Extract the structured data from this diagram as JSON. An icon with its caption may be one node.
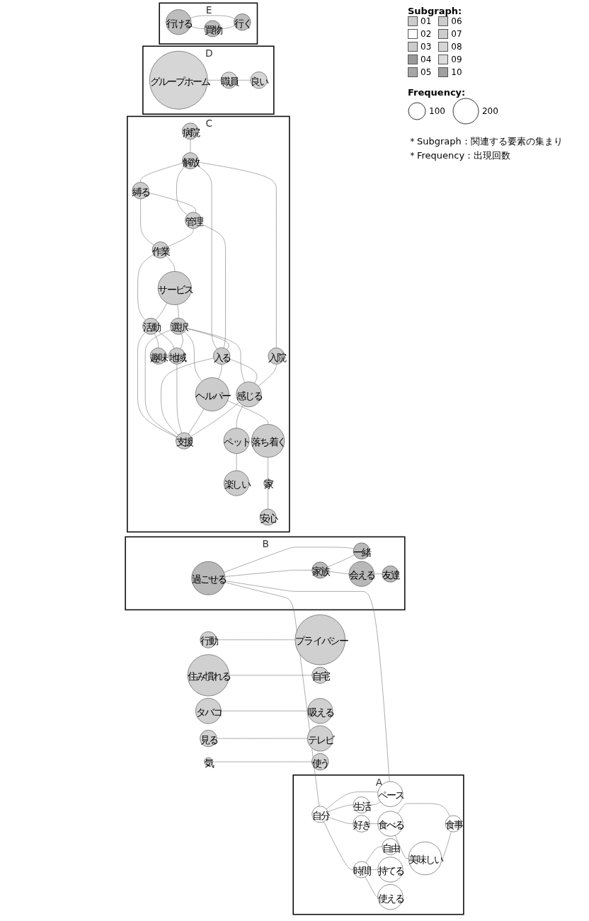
{
  "diagram": {
    "nodes": [
      {
        "text": [
          "A"
        ]
      },
      {
        "text": [
          "自分"
        ],
        "in": 0
      },
      {
        "text": [
          "生活"
        ],
        "in": 0
      },
      {
        "text": [
          "ペース"
        ],
        "in": 0
      },
      {
        "text": [
          "好き"
        ],
        "in": 0
      },
      {
        "text": [
          "食べる"
        ],
        "in": 0
      },
      {
        "text": [
          "美味しい"
        ],
        "in": 0
      },
      {
        "text": [
          "食事"
        ],
        "in": 0
      },
      {
        "text": [
          "時間"
        ],
        "in": 0
      },
      {
        "text": [
          "自由"
        ],
        "in": 0
      },
      {
        "text": [
          "持てる"
        ],
        "in": 0
      },
      {
        "text": [
          "使える"
        ],
        "in": 0
      },
      {
        "text": [
          "B"
        ]
      },
      {
        "text": [
          "過ごせる"
        ],
        "in": 12
      },
      {
        "text": [
          "家族"
        ],
        "in": 12
      },
      {
        "text": [
          "一緒"
        ],
        "in": 12
      },
      {
        "text": [
          "会える"
        ],
        "in": 12
      },
      {
        "text": [
          "友達"
        ],
        "in": 12
      },
      {
        "text": [
          "C"
        ]
      },
      {
        "text": [
          "病院"
        ],
        "in": 18
      },
      {
        "text": [
          "解放"
        ],
        "in": 18
      },
      {
        "text": [
          "入院"
        ],
        "in": 18
      },
      {
        "text": [
          "縛る"
        ],
        "in": 18
      },
      {
        "text": [
          "管理"
        ],
        "in": 18
      },
      {
        "text": [
          "作業"
        ],
        "in": 18
      },
      {
        "text": [
          "サービス"
        ],
        "in": 18
      },
      {
        "text": [
          "活動"
        ],
        "in": 18
      },
      {
        "text": [
          "趣味"
        ],
        "in": 18
      },
      {
        "text": [
          "入る"
        ],
        "in": 18
      },
      {
        "text": [
          "選択"
        ],
        "in": 18
      },
      {
        "text": [
          "支援"
        ],
        "in": 18
      },
      {
        "text": [
          "地域"
        ],
        "in": 18
      },
      {
        "text": [
          "ヘルパー"
        ],
        "in": 18
      },
      {
        "text": [
          "感じる"
        ],
        "in": 18
      },
      {
        "text": [
          "ペット"
        ],
        "in": 18
      },
      {
        "text": [
          "楽しい"
        ],
        "in": 18
      },
      {
        "text": [
          "落ち着く"
        ],
        "in": 18
      },
      {
        "text": [
          "家"
        ],
        "in": 18
      },
      {
        "text": [
          "安心"
        ],
        "in": 18
      },
      {
        "text": [
          "D"
        ]
      },
      {
        "text": [
          "グループホーム"
        ],
        "in": 39
      },
      {
        "text": [
          "職員"
        ],
        "in": 39
      },
      {
        "text": [
          "良い"
        ],
        "in": 39
      },
      {
        "text": [
          "E"
        ]
      },
      {
        "text": [
          "行ける"
        ],
        "in": 43
      },
      {
        "text": [
          "買物"
        ],
        "in": 43
      },
      {
        "text": [
          "行く"
        ],
        "in": 43
      },
      {
        "text": [
          "行動"
        ]
      },
      {
        "text": [
          "プライバシー"
        ]
      },
      {
        "text": [
          "住み慣れる"
        ]
      },
      {
        "text": [
          "自宅"
        ]
      },
      {
        "text": [
          "タバコ"
        ]
      },
      {
        "text": [
          "吸える"
        ]
      },
      {
        "text": [
          "見る"
        ]
      },
      {
        "text": [
          "テレビ"
        ]
      },
      {
        "text": [
          "気"
        ]
      },
      {
        "text": [
          "使う"
        ]
      }
    ],
    "edges": [
      {
        "from": 1,
        "to": 2,
        "arrow": "none"
      },
      {
        "from": 1,
        "to": 3,
        "arrow": "none"
      },
      {
        "from": 2,
        "to": 3,
        "arrow": "none"
      },
      {
        "from": 1,
        "to": 4,
        "arrow": "none"
      },
      {
        "from": 4,
        "to": 5,
        "arrow": "none"
      },
      {
        "from": 5,
        "to": 6,
        "arrow": "none"
      },
      {
        "from": 5,
        "to": 7,
        "arrow": "none"
      },
      {
        "from": 6,
        "to": 7,
        "arrow": "none"
      },
      {
        "from": 1,
        "to": 8,
        "arrow": "none"
      },
      {
        "from": 8,
        "to": 9,
        "arrow": "none"
      },
      {
        "from": 8,
        "to": 10,
        "arrow": "none"
      },
      {
        "from": 8,
        "to": 11,
        "arrow": "none"
      },
      {
        "from": 13,
        "to": 1,
        "arrow": "none"
      },
      {
        "from": 13,
        "to": 3,
        "arrow": "none"
      },
      {
        "from": 13,
        "to": 14,
        "arrow": "none"
      },
      {
        "from": 13,
        "to": 15,
        "arrow": "none"
      },
      {
        "from": 14,
        "to": 15,
        "arrow": "none"
      },
      {
        "from": 14,
        "to": 16,
        "arrow": "none"
      },
      {
        "from": 16,
        "to": 17,
        "arrow": "none"
      },
      {
        "from": 19,
        "to": 20,
        "arrow": "none"
      },
      {
        "from": 20,
        "to": 21,
        "arrow": "none"
      },
      {
        "from": 20,
        "to": 22,
        "arrow": "none"
      },
      {
        "from": 20,
        "to": 23,
        "arrow": "none"
      },
      {
        "from": 20,
        "to": 28,
        "arrow": "none"
      },
      {
        "from": 22,
        "to": 23,
        "arrow": "none"
      },
      {
        "from": 22,
        "to": 24,
        "arrow": "none"
      },
      {
        "from": 23,
        "to": 24,
        "arrow": "none"
      },
      {
        "from": 23,
        "to": 28,
        "arrow": "none"
      },
      {
        "from": 24,
        "to": 25,
        "arrow": "none"
      },
      {
        "from": 24,
        "to": 26,
        "arrow": "none"
      },
      {
        "from": 25,
        "to": 26,
        "arrow": "none"
      },
      {
        "from": 25,
        "to": 29,
        "arrow": "none"
      },
      {
        "from": 26,
        "to": 27,
        "arrow": "none"
      },
      {
        "from": 26,
        "to": 31,
        "arrow": "none"
      },
      {
        "from": 26,
        "to": 30,
        "arrow": "none"
      },
      {
        "from": 29,
        "to": 28,
        "arrow": "none"
      },
      {
        "from": 29,
        "to": 30,
        "arrow": "none"
      },
      {
        "from": 29,
        "to": 31,
        "arrow": "none"
      },
      {
        "from": 29,
        "to": 32,
        "arrow": "none"
      },
      {
        "from": 29,
        "to": 33,
        "arrow": "none"
      },
      {
        "from": 28,
        "to": 30,
        "arrow": "none"
      },
      {
        "from": 28,
        "to": 32,
        "arrow": "none"
      },
      {
        "from": 28,
        "to": 33,
        "arrow": "none"
      },
      {
        "from": 31,
        "to": 30,
        "arrow": "none"
      },
      {
        "from": 32,
        "to": 30,
        "arrow": "none"
      },
      {
        "from": 21,
        "to": 33,
        "arrow": "none"
      },
      {
        "from": 33,
        "to": 30,
        "arrow": "none"
      },
      {
        "from": 33,
        "to": 34,
        "arrow": "none"
      },
      {
        "from": 34,
        "to": 35,
        "arrow": "none"
      },
      {
        "from": 32,
        "to": 36,
        "arrow": "none"
      },
      {
        "from": 36,
        "to": 37,
        "arrow": "none"
      },
      {
        "from": 37,
        "to": 38,
        "arrow": "none"
      },
      {
        "from": 40,
        "to": 41,
        "arrow": "none"
      },
      {
        "from": 41,
        "to": 42,
        "arrow": "none"
      },
      {
        "from": 44,
        "to": 45,
        "arrow": "none"
      },
      {
        "from": 44,
        "to": 46,
        "arrow": "none"
      },
      {
        "from": 45,
        "to": 46,
        "arrow": "none"
      },
      {
        "from": 47,
        "to": 48,
        "arrow": "none"
      },
      {
        "from": 49,
        "to": 50,
        "arrow": "none"
      },
      {
        "from": 51,
        "to": 52,
        "arrow": "none"
      },
      {
        "from": 53,
        "to": 54,
        "arrow": "none"
      },
      {
        "from": 55,
        "to": 56,
        "arrow": "none"
      }
    ],
    "labels": [
      "Subgraph:",
      "Frequency:",
      "＊Subgraph：関連する要素の集まり",
      "＊Frequency：出現回数"
    ],
    "legend": [
      {
        "text": "01",
        "color": "#cccccc"
      },
      {
        "text": "02",
        "color": "#ffffff"
      },
      {
        "text": "03",
        "color": "#cccccc"
      },
      {
        "text": "04",
        "color": "#999999"
      },
      {
        "text": "05",
        "color": "#a6a6a6"
      },
      {
        "text": "06",
        "color": "#cccccc"
      },
      {
        "text": "07",
        "color": "#cccccc"
      },
      {
        "text": "08",
        "color": "#d6d6d6"
      },
      {
        "text": "09",
        "color": "#dcdcdc"
      },
      {
        "text": "10",
        "color": "#a0a0a0"
      },
      {
        "text": "100"
      },
      {
        "text": "200"
      }
    ]
  }
}
